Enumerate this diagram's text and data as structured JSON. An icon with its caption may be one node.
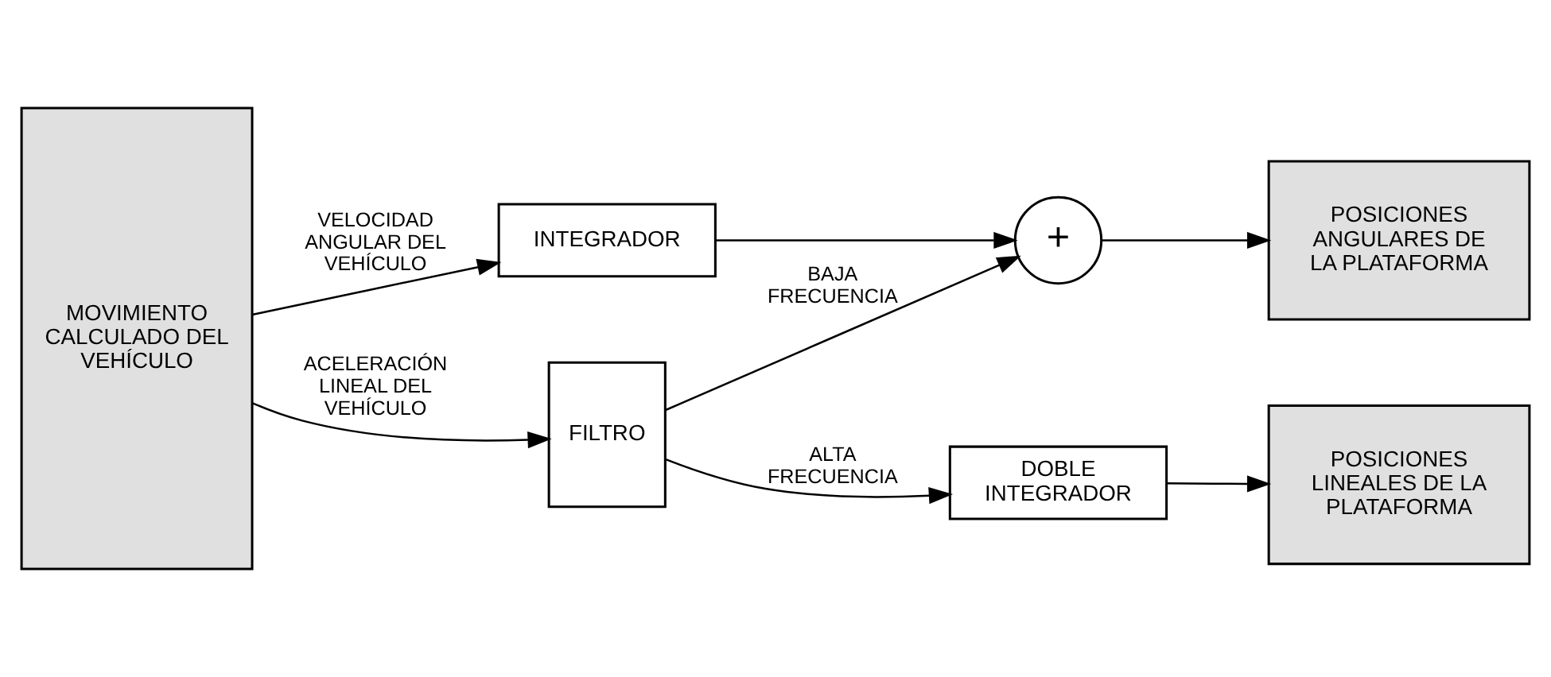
{
  "diagram": {
    "nodes": [
      {
        "text": [
          "MOVIMIENTO CALCULADO DEL VEHÍCULO"
        ]
      },
      {
        "text": [
          "INTEGRADOR"
        ]
      },
      {
        "text": [
          "+"
        ]
      },
      {
        "text": [
          "POSICIONES ANGULARES DE LA PLATAFORMA"
        ]
      },
      {
        "text": [
          "FILTRO"
        ]
      },
      {
        "text": [
          "DOBLE INTEGRADOR"
        ]
      },
      {
        "text": [
          "POSICIONES LINEALES DE LA PLATAFORMA"
        ]
      }
    ],
    "edges": [
      {
        "from": 0,
        "to": 1,
        "arrow": "to",
        "label": "VELOCIDAD ANGULAR DEL VEHÍCULO"
      },
      {
        "from": 1,
        "to": 2,
        "arrow": "to"
      },
      {
        "from": 2,
        "to": 3,
        "arrow": "to"
      },
      {
        "from": 4,
        "to": 2,
        "arrow": "to",
        "label": "BAJA FRECUENCIA"
      },
      {
        "from": 0,
        "to": 4,
        "arrow": "to",
        "label": "ACELERACIÓN LINEAL DEL VEHÍCULO"
      },
      {
        "from": 4,
        "to": 5,
        "arrow": "to",
        "label": "ALTA FRECUENCIA"
      },
      {
        "from": 5,
        "to": 6,
        "arrow": "to"
      }
    ]
  }
}
